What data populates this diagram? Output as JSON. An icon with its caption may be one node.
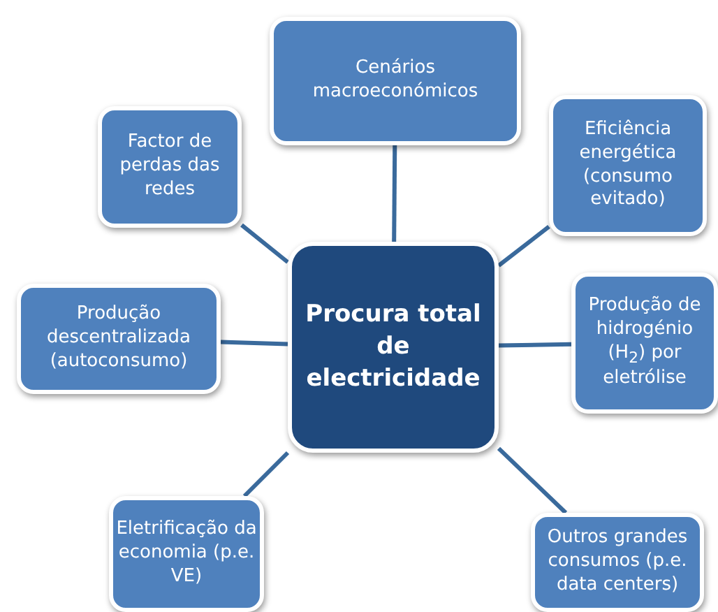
{
  "diagram": {
    "nodes": [
      {
        "text": [
          "Procura total de electricidade"
        ]
      },
      {
        "text": [
          "Cenários macroeconómicos"
        ]
      },
      {
        "text": [
          "Factor de perdas das redes"
        ]
      },
      {
        "text": [
          "Eficiência energética (consumo evitado)"
        ]
      },
      {
        "text": [
          "Produção descentralizada (autoconsumo)"
        ]
      },
      {
        "text": [
          "Produção de hidrogénio (H$_{2}$) por eletrólise"
        ]
      },
      {
        "text": [
          "Eletrificação da economia (p.e. VE)"
        ]
      },
      {
        "text": [
          "Outros grandes consumos (p.e. data centers)"
        ]
      }
    ],
    "edges": [
      {
        "from": 1,
        "to": 0,
        "arrow": "none"
      },
      {
        "from": 2,
        "to": 0,
        "arrow": "none"
      },
      {
        "from": 3,
        "to": 0,
        "arrow": "none"
      },
      {
        "from": 4,
        "to": 0,
        "arrow": "none"
      },
      {
        "from": 5,
        "to": 0,
        "arrow": "none"
      },
      {
        "from": 6,
        "to": 0,
        "arrow": "none"
      },
      {
        "from": 7,
        "to": 0,
        "arrow": "none"
      }
    ]
  }
}
